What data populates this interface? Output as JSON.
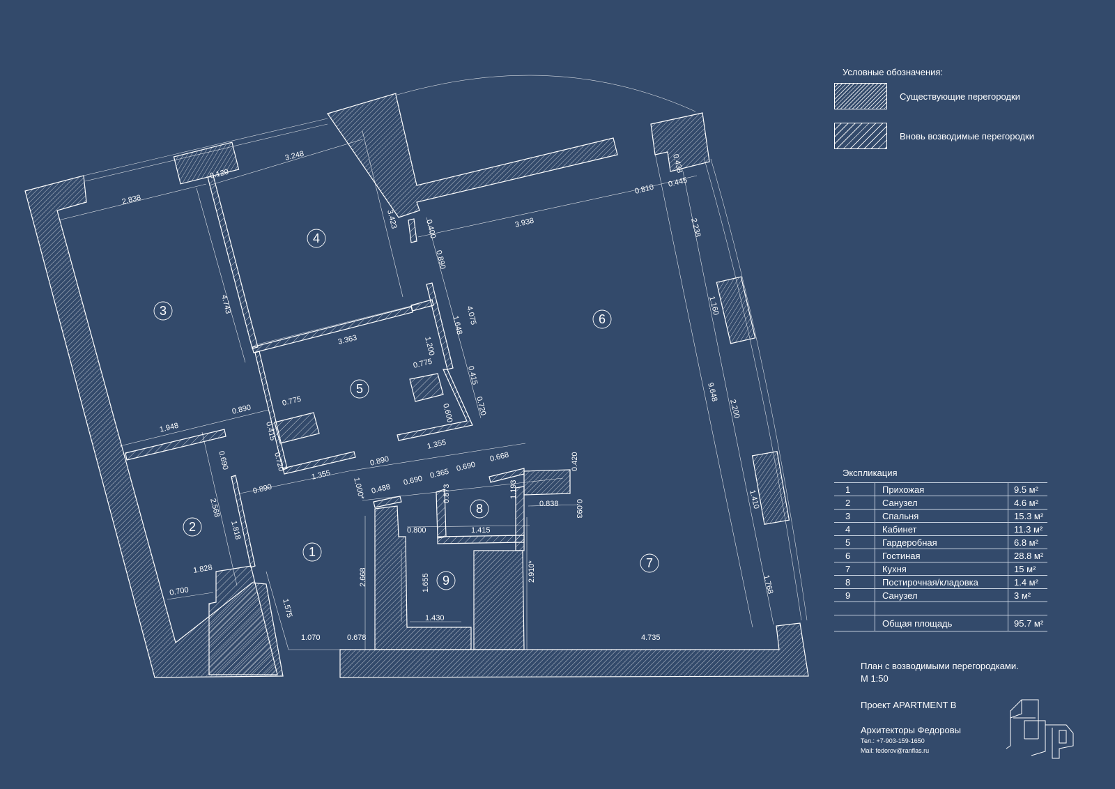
{
  "legend": {
    "title": "Условные обозначения:",
    "items": [
      {
        "label": "Существующие перегородки"
      },
      {
        "label": "Вновь возводимые перегородки"
      }
    ]
  },
  "explication": {
    "title": "Экспликация",
    "rows": [
      {
        "num": "1",
        "name": "Прихожая",
        "area": "9.5 м²"
      },
      {
        "num": "2",
        "name": "Санузел",
        "area": "4.6 м²"
      },
      {
        "num": "3",
        "name": "Спальня",
        "area": "15.3 м²"
      },
      {
        "num": "4",
        "name": "Кабинет",
        "area": "11.3 м²"
      },
      {
        "num": "5",
        "name": "Гардеробная",
        "area": "6.8 м²"
      },
      {
        "num": "6",
        "name": "Гостиная",
        "area": "28.8 м²"
      },
      {
        "num": "7",
        "name": "Кухня",
        "area": "15 м²"
      },
      {
        "num": "8",
        "name": "Постирочная/кладовка",
        "area": "1.4 м²"
      },
      {
        "num": "9",
        "name": "Санузел",
        "area": "3 м²"
      }
    ],
    "total_label": "Общая площадь",
    "total_area": "95.7 м²"
  },
  "plan_title": "План с возводимыми перегородками.",
  "scale": "М 1:50",
  "project": "Проект APARTMENT B",
  "architects": "Архитекторы Федоровы",
  "phone": "Тел.: +7-903-159-1650",
  "mail": "Mail: fedorov@ranflas.ru",
  "rooms": [
    "1",
    "2",
    "3",
    "4",
    "5",
    "6",
    "7",
    "8",
    "9"
  ],
  "dimensions": {
    "d1": "3.248",
    "d2": "0.120",
    "d3": "2.838",
    "d4": "4.743",
    "d5": "3.423",
    "d6": "0.400",
    "d7": "0.890",
    "d8": "3.938",
    "d9": "0.810",
    "d10": "0.445",
    "d11": "0.438",
    "d12": "2.238",
    "d13": "4.075",
    "d14": "1.648",
    "d15": "1.200",
    "d16": "3.363",
    "d17": "0.775",
    "d18": "0.415",
    "d19": "0.720",
    "d20": "0.600",
    "d21": "1.160",
    "d22": "9.648",
    "d23": "2.200",
    "d24": "1.355",
    "d25": "0.775",
    "d26": "0.890",
    "d27": "1.948",
    "d28": "0.415",
    "d29": "0.720",
    "d30": "0.690",
    "d31": "1.355",
    "d32": "0.890",
    "d33": "0.890",
    "d34": "1.000*",
    "d35": "0.488",
    "d36": "0.690",
    "d37": "0.365",
    "d38": "0.690",
    "d39": "0.668",
    "d40": "0.420",
    "d41": "0.873",
    "d42": "1.193",
    "d43": "0.838",
    "d44": "0.093",
    "d45": "1.410",
    "d46": "2.568",
    "d47": "1.818",
    "d48": "0.800",
    "d49": "1.415",
    "d50": "1.828",
    "d51": "0.700",
    "d52": "2.668",
    "d53": "1.655",
    "d54": "2.910*",
    "d55": "1.768",
    "d56": "1.575",
    "d57": "1.430",
    "d58": "1.070",
    "d59": "0.678",
    "d60": "4.735"
  }
}
